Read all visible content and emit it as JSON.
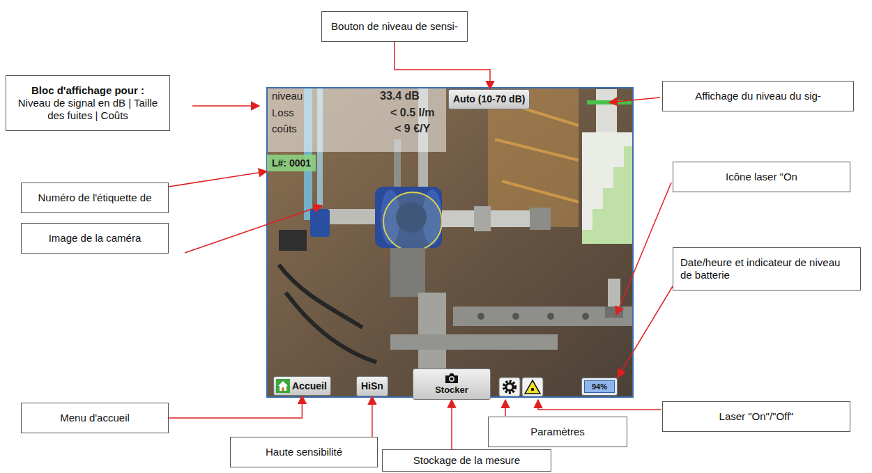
{
  "diagram": {
    "nodes": [
      {
        "text": [
          "Bouton de niveau de sensi-"
        ]
      },
      {
        "text": [
          "Auto (10-70 dB)"
        ]
      },
      {
        "text": [
          "Bloc d'affichage pour :",
          "Niveau de signal en dB | Taille des fuites | Coûts"
        ]
      },
      {
        "text": [
          "Affichage du niveau du sig-"
        ]
      },
      {
        "text": [
          "L#: 0001"
        ]
      },
      {
        "text": [
          "Numéro de l'étiquette de"
        ]
      },
      {
        "text": [
          "Icône laser \"On"
        ]
      },
      {
        "text": [
          "Image de la caméra"
        ]
      },
      {
        "text": [
          "Date/heure et indicateur de niveau de batterie"
        ]
      },
      {
        "text": [
          "Accueil"
        ]
      },
      {
        "text": [
          "HiSn"
        ]
      },
      {
        "text": [
          "Stocker"
        ]
      },
      {
        "text": [
          "94%"
        ]
      },
      {
        "text": [
          "Menu d'accueil"
        ]
      },
      {
        "text": [
          "Laser \"On\"/\"Off\""
        ]
      },
      {
        "text": [
          "Haute sensibilité"
        ]
      },
      {
        "text": [
          "Paramètres"
        ]
      },
      {
        "text": [
          "Stockage de la mesure"
        ]
      }
    ],
    "edges": [
      {
        "from": 0,
        "to": 1,
        "arrow": "to"
      },
      {
        "from": 5,
        "to": 4,
        "arrow": "to"
      },
      {
        "from": 13,
        "to": 9,
        "arrow": "to"
      },
      {
        "from": 15,
        "to": 10,
        "arrow": "to"
      },
      {
        "from": 17,
        "to": 11,
        "arrow": "to"
      },
      {
        "from": 8,
        "to": 12,
        "arrow": "to"
      }
    ],
    "labels": [
      "niveau",
      "33.4 dB",
      "Loss",
      "< 0.5 l/m",
      "coûts",
      "< 9 €/Y"
    ]
  }
}
